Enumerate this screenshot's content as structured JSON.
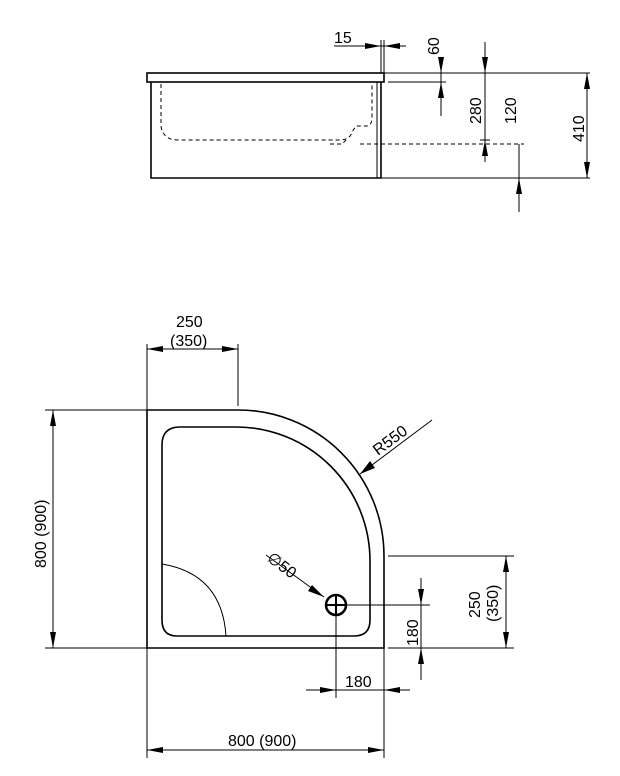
{
  "side_view": {
    "dim_15": "15",
    "dim_60": "60",
    "dim_280": "280",
    "dim_120": "120",
    "dim_410": "410"
  },
  "top_view": {
    "dim_250_top": "250",
    "dim_350_top": "(350)",
    "radius": "R550",
    "drain": "∅50",
    "height_dim": "800 (900)",
    "dim_250_right": "250",
    "dim_350_right": "(350)",
    "dim_180_vertical": "180",
    "dim_180_horizontal": "180",
    "width_dim": "800 (900)"
  }
}
